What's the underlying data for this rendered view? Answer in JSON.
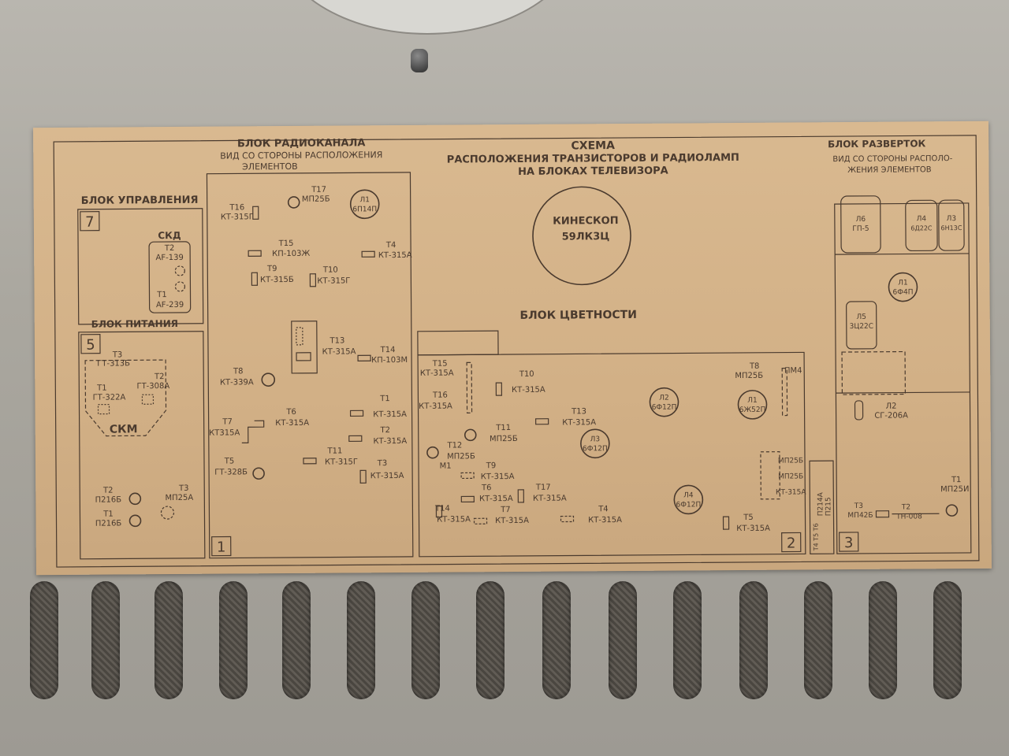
{
  "title": {
    "line1": "СХЕМА",
    "line2": "РАСПОЛОЖЕНИЯ ТРАНЗИСТОРОВ И РАДИОЛАМП",
    "line3": "НА БЛОКАХ ТЕЛЕВИЗОРА"
  },
  "kinescope": {
    "name": "КИНЕСКОП",
    "type": "59ЛК3Ц"
  },
  "blocks": {
    "control": {
      "label": "БЛОК УПРАВЛЕНИЯ",
      "number": "7",
      "sub": "СКД",
      "t2": "T2",
      "t2type": "AF-139",
      "t1": "T1",
      "t1type": "AF-239"
    },
    "power": {
      "label": "БЛОК ПИТАНИЯ",
      "number": "5",
      "sub": "СКМ",
      "t3": "T3",
      "t3type": "ГТ-313Б",
      "t2": "T2",
      "t2type": "ГТ-308А",
      "t1": "T1",
      "t1type": "ГТ-322А",
      "pt2": "T2",
      "pt2type": "П216Б",
      "pt1": "T1",
      "pt1type": "П216Б",
      "pt3": "T3",
      "pt3type": "МП25А"
    },
    "radio": {
      "label": "БЛОК РАДИОКАНАЛА",
      "sub1": "ВИД СО СТОРОНЫ РАСПОЛОЖЕНИЯ",
      "sub2": "ЭЛЕМЕНТОВ",
      "number": "1"
    },
    "color": {
      "label": "БЛОК ЦВЕТНОСТИ",
      "number": "2"
    },
    "sweep": {
      "label": "БЛОК РАЗВЕРТОК",
      "sub1": "ВИД СО СТОРОНЫ РАСПОЛО-",
      "sub2": "ЖЕНИЯ ЭЛЕМЕНТОВ",
      "number": "3"
    }
  },
  "radio_parts": [
    {
      "id": "T17",
      "type": "МП25Б"
    },
    {
      "id": "Л1",
      "type": "6П14П"
    },
    {
      "id": "T16",
      "type": "КТ-315Г"
    },
    {
      "id": "T15",
      "type": "КП-103Ж"
    },
    {
      "id": "T4",
      "type": "КТ-315А"
    },
    {
      "id": "T9",
      "type": "КТ-315Б"
    },
    {
      "id": "T10",
      "type": "КТ-315Г"
    },
    {
      "id": "T13",
      "type": "КТ-315А"
    },
    {
      "id": "T14",
      "type": "КП-103М"
    },
    {
      "id": "T8",
      "type": "КТ-339А"
    },
    {
      "id": "T1",
      "type": "КТ-315А"
    },
    {
      "id": "T6",
      "type": "КТ-315А"
    },
    {
      "id": "T7",
      "type": "КТ315А"
    },
    {
      "id": "T2",
      "type": "КТ-315А"
    },
    {
      "id": "T11",
      "type": "КТ-315Г"
    },
    {
      "id": "T3",
      "type": "КТ-315А"
    },
    {
      "id": "T5",
      "type": "ГТ-328Б"
    }
  ],
  "color_parts": [
    {
      "id": "T15",
      "type": "КТ-315А"
    },
    {
      "id": "T16",
      "type": "КТ-315А"
    },
    {
      "id": "T10",
      "type": "КТ-315А"
    },
    {
      "id": "T8",
      "type": "МП25Б"
    },
    {
      "id": "ПМ4",
      "type": ""
    },
    {
      "id": "Л2",
      "type": "6Ф12П"
    },
    {
      "id": "Л1",
      "type": "6Ж52П"
    },
    {
      "id": "T13",
      "type": "КТ-315А"
    },
    {
      "id": "T11",
      "type": "МП25Б"
    },
    {
      "id": "Л3",
      "type": "6Ф12П"
    },
    {
      "id": "T12",
      "type": "МП25Б"
    },
    {
      "id": "M1",
      "type": ""
    },
    {
      "id": "T9",
      "type": "КТ-315А"
    },
    {
      "id": "T6",
      "type": "КТ-315А"
    },
    {
      "id": "T17",
      "type": "КТ-315А"
    },
    {
      "id": "Л4",
      "type": "6Ф12П"
    },
    {
      "id": "T14",
      "type": "КТ-315А"
    },
    {
      "id": "T7",
      "type": "КТ-315А"
    },
    {
      "id": "T4",
      "type": "КТ-315А"
    },
    {
      "id": "T5",
      "type": "КТ-315А"
    },
    {
      "id": "МП25Б",
      "type": ""
    },
    {
      "id": "МП25Б",
      "type": ""
    },
    {
      "id": "КТ-315А",
      "type": ""
    }
  ],
  "sweep_parts": [
    {
      "id": "Л6",
      "type": "ГП-5"
    },
    {
      "id": "Л4",
      "type": "6Д22С"
    },
    {
      "id": "Л3",
      "type": "6Н13С"
    },
    {
      "id": "Л1",
      "type": "6Ф4П"
    },
    {
      "id": "Л5",
      "type": "3Ц22С"
    },
    {
      "id": "Л2",
      "type": "СГ-206А"
    },
    {
      "id": "T1",
      "type": "МП25И"
    },
    {
      "id": "T3",
      "type": "МП42Б"
    },
    {
      "id": "T2",
      "type": "ТН-008"
    }
  ],
  "side_strip": {
    "a": "П214А",
    "b": "П215",
    "c": "T4 T5 T6"
  }
}
